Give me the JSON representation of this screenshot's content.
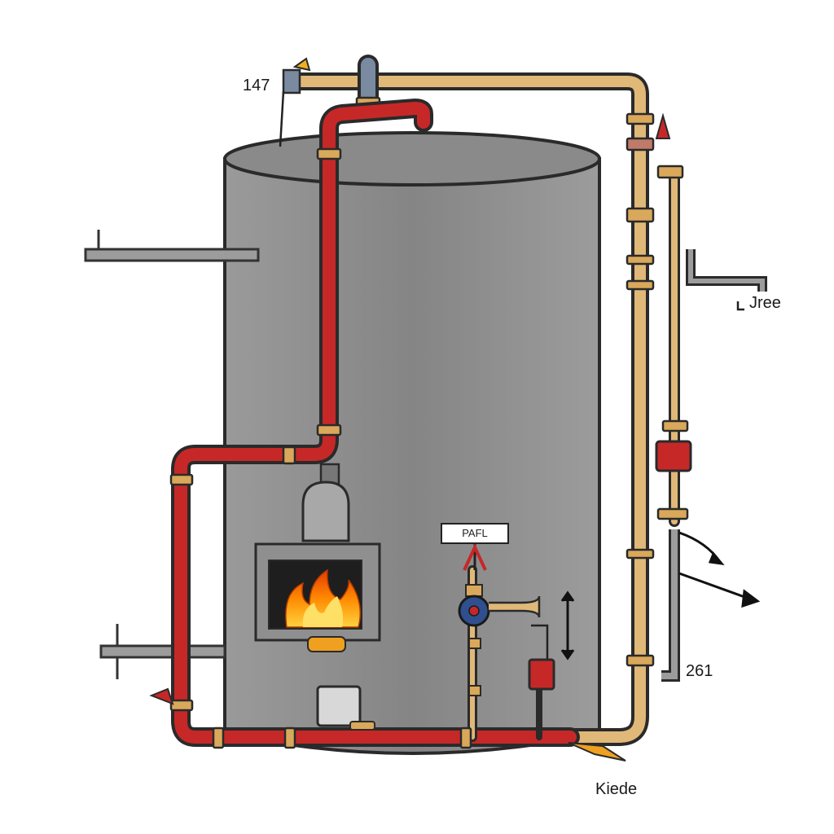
{
  "labels": {
    "top_left": "147",
    "right": "Jree",
    "right_lower": "261",
    "bottom": "Kiede",
    "gauge": "PAFL"
  },
  "colors": {
    "tank": "#8c8c8c",
    "hot_pipe": "#c62828",
    "cold_pipe": "#e0b878",
    "flame": "#ff7a00",
    "pump": "#2f4f8f"
  }
}
